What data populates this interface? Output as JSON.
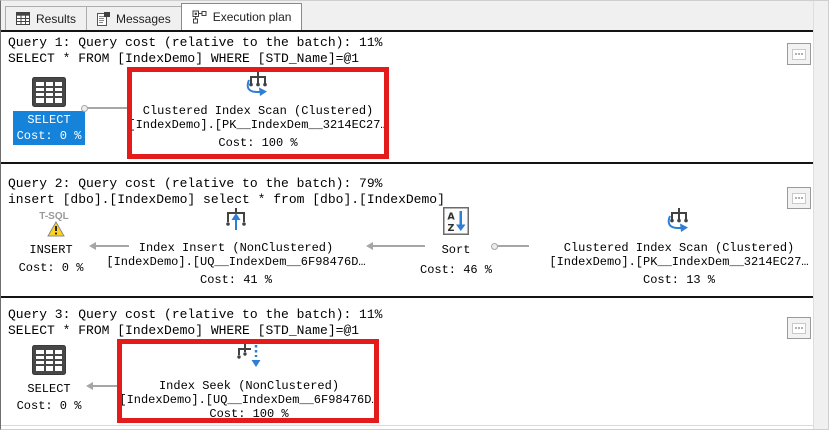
{
  "tab_bar": {
    "tabs": [
      {
        "label": "Results",
        "icon": "results-grid-icon",
        "active": false
      },
      {
        "label": "Messages",
        "icon": "messages-icon",
        "active": false
      },
      {
        "label": "Execution plan",
        "icon": "execution-plan-icon",
        "active": true
      }
    ]
  },
  "queries": [
    {
      "header": "Query 1: Query cost (relative to the batch): 11%",
      "statement": "SELECT * FROM [IndexDemo] WHERE [STD_Name]=@1",
      "select_node": {
        "icon": "table-icon",
        "title": "SELECT",
        "cost": "Cost: 0 %",
        "selected": true
      },
      "operator": {
        "icon": "clustered-index-scan-icon",
        "title": "Clustered Index Scan (Clustered)",
        "object": "[IndexDemo].[PK__IndexDem__3214EC27…",
        "cost": "Cost: 100 %",
        "highlighted": true
      }
    },
    {
      "header": "Query 2: Query cost (relative to the batch): 79%",
      "statement": "insert [dbo].[IndexDemo] select * from [dbo].[IndexDemo]",
      "insert_node": {
        "icon": "warning-triangle-icon",
        "icon_caption": "T-SQL",
        "title": "INSERT",
        "cost": "Cost: 0 %"
      },
      "index_insert": {
        "icon": "index-insert-icon",
        "title": "Index Insert (NonClustered)",
        "object": "[IndexDemo].[UQ__IndexDem__6F98476D…",
        "cost": "Cost: 41 %"
      },
      "sort": {
        "icon": "sort-icon",
        "title": "Sort",
        "cost": "Cost: 46 %"
      },
      "scan": {
        "icon": "clustered-index-scan-icon",
        "title": "Clustered Index Scan (Clustered)",
        "object": "[IndexDemo].[PK__IndexDem__3214EC27…",
        "cost": "Cost: 13 %"
      }
    },
    {
      "header": "Query 3: Query cost (relative to the batch): 11%",
      "statement": "SELECT * FROM [IndexDemo] WHERE [STD_Name]=@1",
      "select_node": {
        "icon": "table-icon",
        "title": "SELECT",
        "cost": "Cost: 0 %",
        "selected": false
      },
      "operator": {
        "icon": "index-seek-icon",
        "title": "Index Seek (NonClustered)",
        "object": "[IndexDemo].[UQ__IndexDem__6F98476D…",
        "cost": "Cost: 100 %",
        "highlighted": true
      }
    }
  ],
  "colors": {
    "selection_blue": "#1583d9",
    "annotation_red": "#e31b1b",
    "arrow_gray": "#a6a6a6",
    "tab_bar_bg": "#f0f0f0",
    "separator_black": "#141414",
    "warning_yellow": "#ffd21e",
    "icon_blue": "#2e7ed3"
  }
}
